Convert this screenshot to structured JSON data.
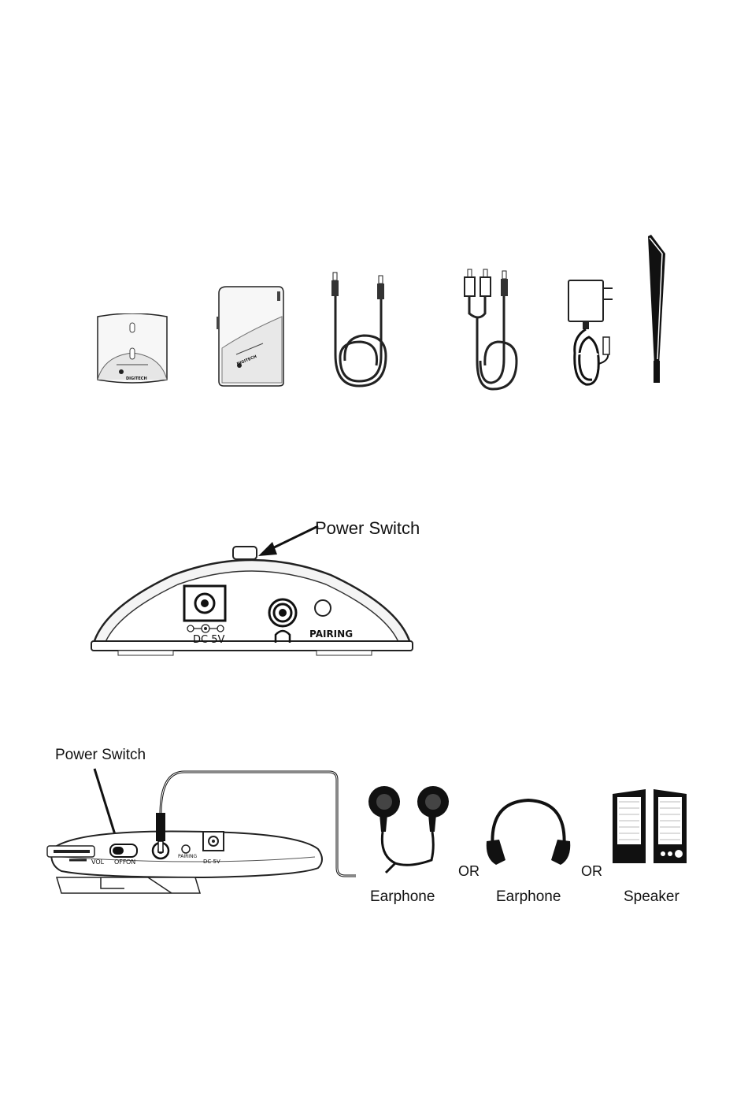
{
  "package_contents": {
    "transmitter_brand": "DIGITECH",
    "receiver_brand": "DIGITECH"
  },
  "base_unit": {
    "power_switch_label": "Power Switch",
    "dc_label": "DC 5V",
    "pairing_label": "PAIRING"
  },
  "receiver_connection": {
    "power_switch_label": "Power Switch",
    "switch_off": "OFF",
    "switch_on": "ON",
    "vol_label": "VOL",
    "pairing_label": "PAIRING",
    "dc_label": "DC 5V",
    "outputs": [
      {
        "label": "Earphone"
      },
      {
        "label": "Earphone"
      },
      {
        "label": "Speaker"
      }
    ],
    "or_label": "OR"
  }
}
